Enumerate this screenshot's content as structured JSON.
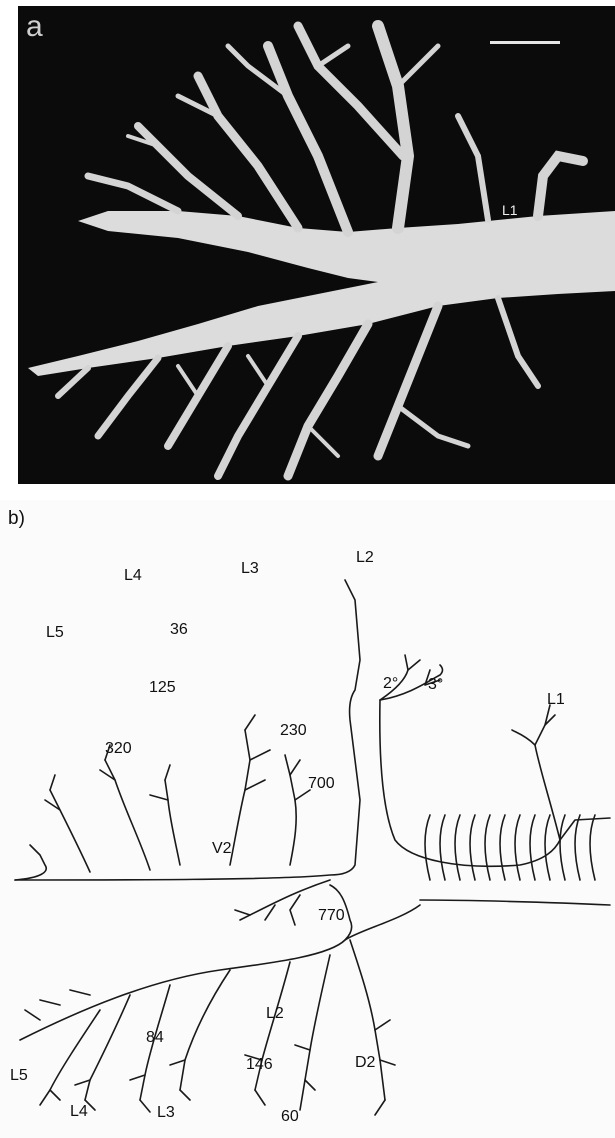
{
  "panel_a": {
    "panel_letter": "a",
    "branch_label": "L1"
  },
  "panel_b": {
    "panel_letter": "b)",
    "labels": {
      "l5_top": "L5",
      "l4_top": "L4",
      "n36": "36",
      "l3_top": "L3",
      "l2_top": "L2",
      "n125": "125",
      "n2deg": "2°",
      "n3deg": "3°",
      "l1": "L1",
      "n230": "230",
      "n320": "320",
      "n700": "700",
      "v2": "V2",
      "n770": "770",
      "l2_bottom": "L2",
      "n84": "84",
      "n146": "146",
      "d2": "D2",
      "l5_bottom": "L5",
      "l4_bottom": "L4",
      "l3_bottom": "L3",
      "n60": "60"
    }
  }
}
